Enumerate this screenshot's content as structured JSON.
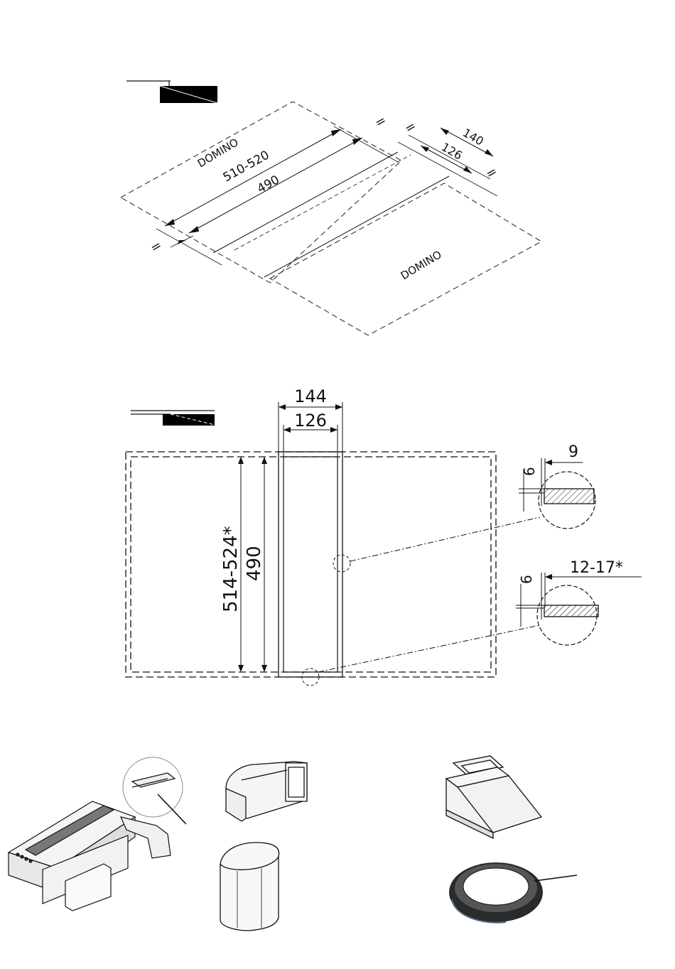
{
  "top_view": {
    "label_left": "DOMINO",
    "label_right": "DOMINO",
    "dim_outer": "510-520",
    "dim_inner": "490",
    "dim_gap_outer": "140",
    "dim_gap_inner": "126",
    "equal_mark": "="
  },
  "plan_view": {
    "dim_top_outer": "144",
    "dim_top_inner": "126",
    "dim_height_outer": "514-524*",
    "dim_height_inner": "490",
    "detail_a_width": "9",
    "detail_a_depth": "6",
    "detail_b_width": "12-17*",
    "detail_b_depth": "6"
  },
  "parts": {
    "items": [
      "hood-unit",
      "flat-duct-bend",
      "flat-duct-sleeve",
      "outlet-adapter",
      "sealing-tape-roll"
    ]
  }
}
